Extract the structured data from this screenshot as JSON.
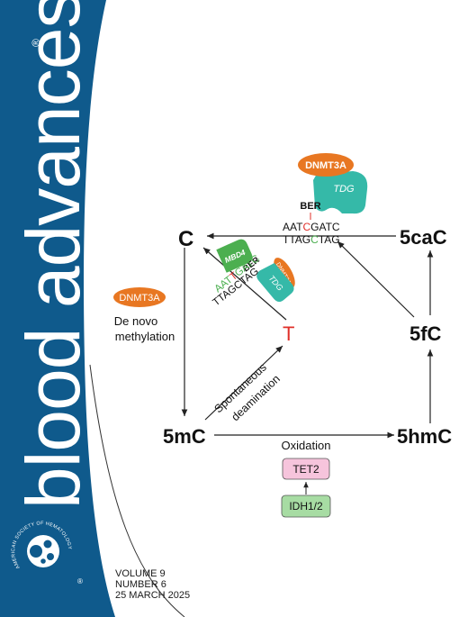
{
  "journal": {
    "title": "blood advances",
    "registered_mark": "®",
    "society_name": "AMERICAN SOCIETY OF HEMATOLOGY",
    "colors": {
      "band": "#0f5a8c",
      "orange": "#e87722",
      "teal": "#35b9a8",
      "green": "#4caf50",
      "red": "#e0302a",
      "pink": "#f6c4dc",
      "lightgreen": "#a7dca3"
    }
  },
  "issue": {
    "volume": "VOLUME 9",
    "number": "NUMBER 6",
    "date": "25 MARCH 2025"
  },
  "diagram": {
    "nodes": {
      "c": "C",
      "t": "T",
      "five_mc": "5mC",
      "five_hmc": "5hmC",
      "five_fc": "5fC",
      "five_cac": "5caC"
    },
    "labels": {
      "de_novo_line1": "De novo",
      "de_novo_line2": "methylation",
      "spontaneous": "Spontaneous",
      "deamination": "deamination",
      "oxidation": "Oxidation",
      "ber_top": "BER",
      "ber_left": "BER"
    },
    "dna_top": {
      "line1_a": "AAT",
      "line1_c": "C",
      "line1_b": "GATC",
      "line2_a": "TTAG",
      "line2_c": "C",
      "line2_b": "TAG"
    },
    "dna_left": {
      "line1_a": "AAT",
      "line1_t": "T",
      "line1_b": "GATC",
      "line2": "TTAGCTAG"
    },
    "enzymes": {
      "dnmt3a_top": "DNMT3A",
      "tdg_top": "TDG",
      "dnmt3a_left": "DNMT3A",
      "mbd4": "MBD4",
      "dnmt3a_small": "DNMT3A",
      "tdg_small": "TDG",
      "tet2": "TET2",
      "idh": "IDH1/2"
    }
  }
}
